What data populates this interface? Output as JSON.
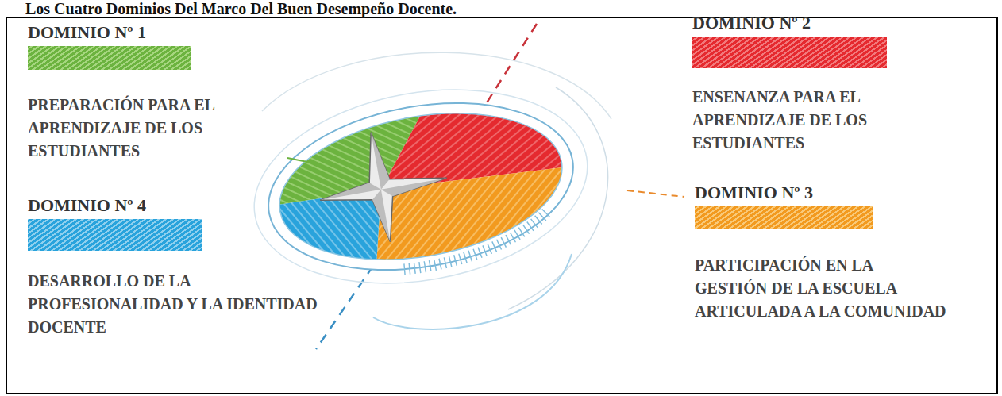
{
  "diagram": {
    "title": "Los Cuatro Dominios Del Marco Del Buen Desempeño Docente.",
    "nodes": [
      {
        "text": [
          "DOMINIO Nº 1",
          "PREPARACIÓN PARA EL APRENDIZAJE DE LOS ESTUDIANTES"
        ]
      },
      {
        "text": [
          "DOMINIO Nº 2",
          "ENSENANZA PARA EL APRENDIZAJE DE LOS ESTUDIANTES"
        ]
      },
      {
        "text": [
          "DOMINIO Nº 3",
          "PARTICIPACIÓN EN LA GESTIÓN DE LA ESCUELA ARTICULADA A LA COMUNIDAD"
        ]
      },
      {
        "text": [
          "DOMINIO Nº 4",
          "DESARROLLO DE LA PROFESIONALIDAD Y LA IDENTIDAD DOCENTE"
        ]
      }
    ]
  }
}
